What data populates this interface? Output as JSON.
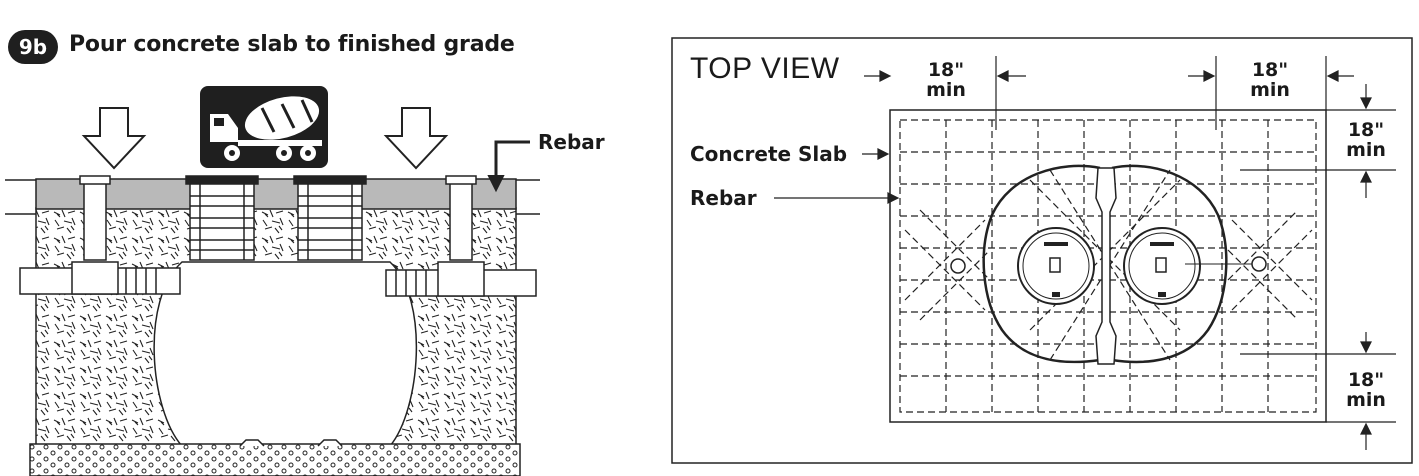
{
  "step": {
    "number": "9b",
    "title": "Pour concrete slab to finished grade"
  },
  "side_view": {
    "rebar_label": "Rebar"
  },
  "top_view": {
    "title": "TOP VIEW",
    "concrete_slab_label": "Concrete Slab",
    "rebar_label": "Rebar",
    "dim_top_left": {
      "value": "18\"",
      "unit": "min"
    },
    "dim_top_right": {
      "value": "18\"",
      "unit": "min"
    },
    "dim_right_top": {
      "value": "18\"",
      "unit": "min"
    },
    "dim_right_bottom": {
      "value": "18\"",
      "unit": "min"
    }
  },
  "colors": {
    "ink": "#1a1a1a",
    "slab_gray": "#b9b9b9",
    "badge_bg": "#1f1f1f"
  }
}
